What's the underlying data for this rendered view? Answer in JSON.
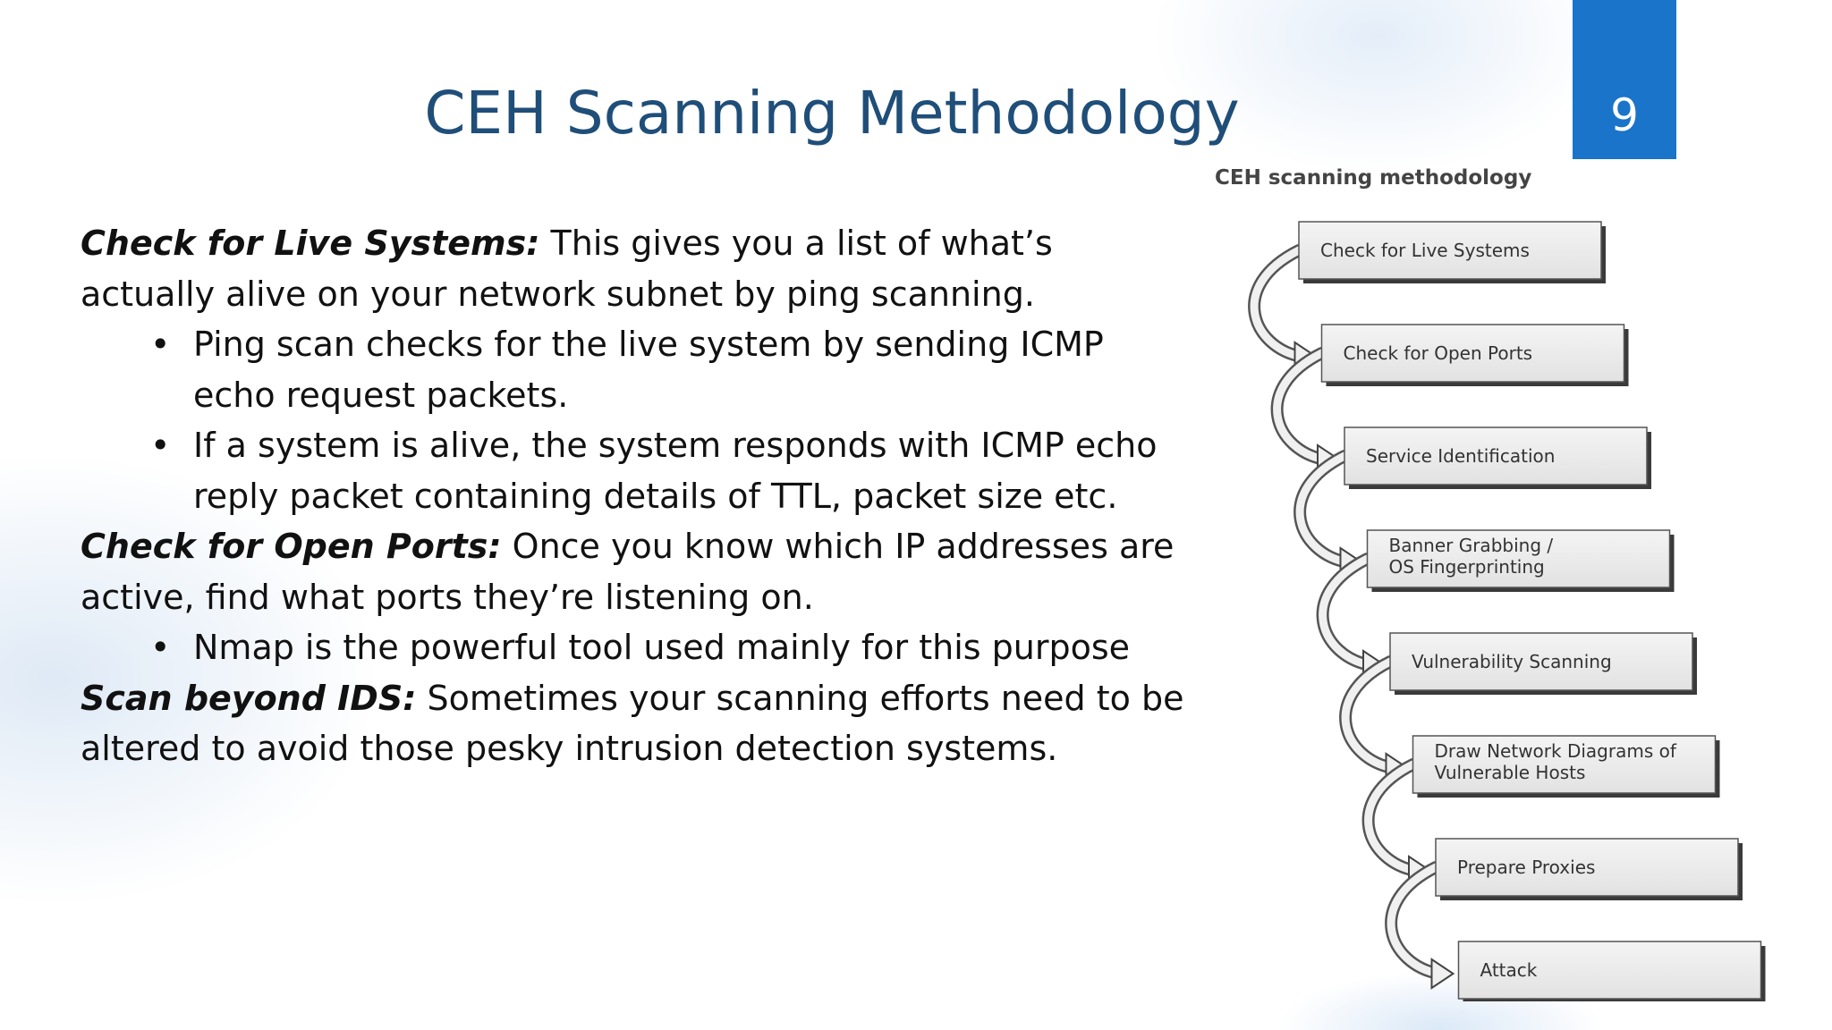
{
  "slide": {
    "title": "CEH Scanning Methodology",
    "number": "9"
  },
  "sections": [
    {
      "heading": "Check for Live Systems:",
      "text": " This gives you a list of what’s actually alive on your network subnet by ping scanning.",
      "bullets": [
        "Ping scan checks for the live system by sending ICMP echo request packets.",
        "If a system is alive, the system responds with ICMP echo reply packet containing details of TTL, packet size etc."
      ]
    },
    {
      "heading": "Check for Open Ports:",
      "text": "  Once you know which IP addresses are active, find what ports they’re listening on.",
      "bullets": [
        "Nmap is the powerful tool used mainly for this purpose"
      ]
    },
    {
      "heading": "Scan beyond IDS:",
      "text": " Sometimes your scanning efforts need to be altered to avoid those pesky intrusion detection systems.",
      "bullets": []
    }
  ],
  "diagram": {
    "caption": "CEH scanning methodology",
    "steps": [
      [
        "Check for Live Systems"
      ],
      [
        "Check for Open Ports"
      ],
      [
        "Service Identification"
      ],
      [
        "Banner Grabbing /",
        "OS Fingerprinting"
      ],
      [
        "Vulnerability Scanning"
      ],
      [
        "Draw Network Diagrams of",
        "Vulnerable Hosts"
      ],
      [
        "Prepare Proxies"
      ],
      [
        "Attack"
      ]
    ]
  }
}
